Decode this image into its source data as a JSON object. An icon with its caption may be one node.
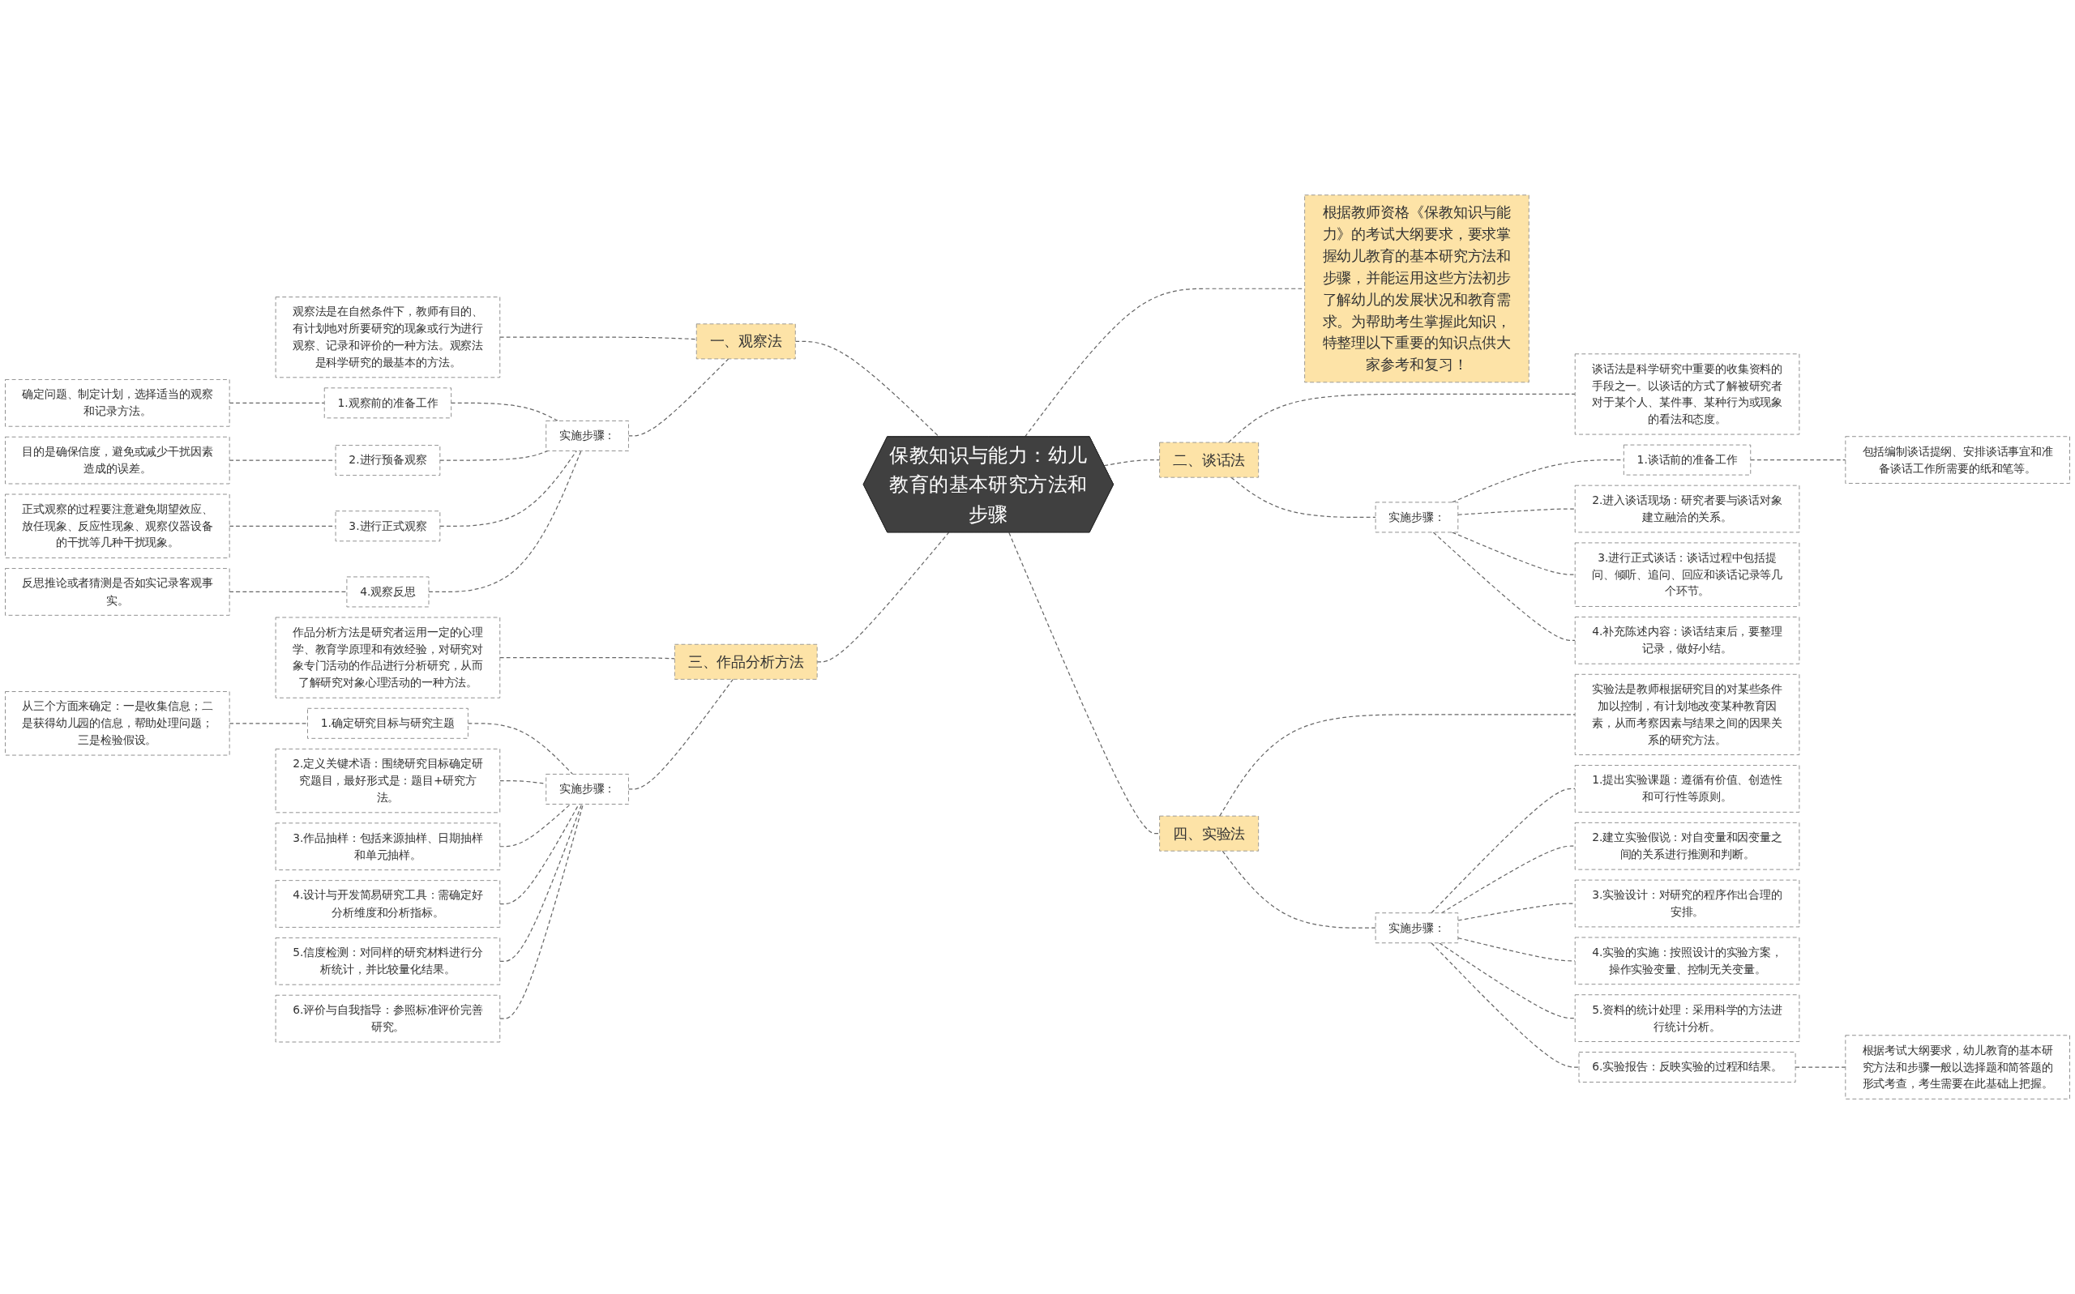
{
  "diagram": {
    "nodes": [
      {
        "text": [
          "保教知识与能力：幼儿教育的基本研究方法和步骤"
        ]
      },
      {
        "text": [
          "根据教师资格《保教知识与能力》的考试大纲要求，要求掌握幼儿教育的基本研究方法和步骤，并能运用这些方法初步了解幼儿的发展状况和教育需求。为帮助考生掌握此知识，特整理以下重要的知识点供大家参考和复习！"
        ]
      },
      {
        "text": [
          "一、观察法"
        ]
      },
      {
        "text": [
          "观察法是在自然条件下，教师有目的、有计划地对所要研究的现象或行为进行观察、记录和评价的一种方法。观察法是科学研究的最基本的方法。"
        ]
      },
      {
        "text": [
          "实施步骤："
        ]
      },
      {
        "text": [
          "1.观察前的准备工作"
        ]
      },
      {
        "text": [
          "确定问题、制定计划，选择适当的观察和记录方法。"
        ]
      },
      {
        "text": [
          "2.进行预备观察"
        ]
      },
      {
        "text": [
          "目的是确保信度，避免或减少干扰因素造成的误差。"
        ]
      },
      {
        "text": [
          "3.进行正式观察"
        ]
      },
      {
        "text": [
          "正式观察的过程要注意避免期望效应、放任现象、反应性现象、观察仪器设备的干扰等几种干扰现象。"
        ]
      },
      {
        "text": [
          "4.观察反思"
        ]
      },
      {
        "text": [
          "反思推论或者猜测是否如实记录客观事实。"
        ]
      },
      {
        "text": [
          "二、谈话法"
        ]
      },
      {
        "text": [
          "谈话法是科学研究中重要的收集资料的手段之一。以谈话的方式了解被研究者对于某个人、某件事、某种行为或现象的看法和态度。"
        ]
      },
      {
        "text": [
          "实施步骤："
        ]
      },
      {
        "text": [
          "1.谈话前的准备工作"
        ]
      },
      {
        "text": [
          "包括编制谈话提纲、安排谈话事宜和准备谈话工作所需要的纸和笔等。"
        ]
      },
      {
        "text": [
          "2.进入谈话现场：研究者要与谈话对象建立融洽的关系。"
        ]
      },
      {
        "text": [
          "3.进行正式谈话：谈话过程中包括提问、倾听、追问、回应和谈话记录等几个环节。"
        ]
      },
      {
        "text": [
          "4.补充陈述内容：谈话结束后，要整理记录，做好小结。"
        ]
      },
      {
        "text": [
          "三、作品分析方法"
        ]
      },
      {
        "text": [
          "作品分析方法是研究者运用一定的心理学、教育学原理和有效经验，对研究对象专门活动的作品进行分析研究，从而了解研究对象心理活动的一种方法。"
        ]
      },
      {
        "text": [
          "实施步骤："
        ]
      },
      {
        "text": [
          "1.确定研究目标与研究主题"
        ]
      },
      {
        "text": [
          "从三个方面来确定：一是收集信息；二是获得幼儿园的信息，帮助处理问题；三是检验假设。"
        ]
      },
      {
        "text": [
          "2.定义关键术语：围绕研究目标确定研究题目，最好形式是：题目+研究方法。"
        ]
      },
      {
        "text": [
          "3.作品抽样：包括来源抽样、日期抽样和单元抽样。"
        ]
      },
      {
        "text": [
          "4.设计与开发简易研究工具：需确定好分析维度和分析指标。"
        ]
      },
      {
        "text": [
          "5.信度检测：对同样的研究材料进行分析统计，并比较量化结果。"
        ]
      },
      {
        "text": [
          "6.评价与自我指导：参照标准评价完善研究。"
        ]
      },
      {
        "text": [
          "四、实验法"
        ]
      },
      {
        "text": [
          "实验法是教师根据研究目的对某些条件加以控制，有计划地改变某种教育因素，从而考察因素与结果之间的因果关系的研究方法。"
        ]
      },
      {
        "text": [
          "实施步骤："
        ]
      },
      {
        "text": [
          "1.提出实验课题：遵循有价值、创造性和可行性等原则。"
        ]
      },
      {
        "text": [
          "2.建立实验假说：对自变量和因变量之间的关系进行推测和判断。"
        ]
      },
      {
        "text": [
          "3.实验设计：对研究的程序作出合理的安排。"
        ]
      },
      {
        "text": [
          "4.实验的实施：按照设计的实验方案，操作实验变量、控制无关变量。"
        ]
      },
      {
        "text": [
          "5.资料的统计处理：采用科学的方法进行统计分析。"
        ]
      },
      {
        "text": [
          "6.实验报告：反映实验的过程和结果。"
        ]
      },
      {
        "text": [
          "根据考试大纲要求，幼儿教育的基本研究方法和步骤一般以选择题和简答题的形式考查，考生需要在此基础上把握。"
        ]
      }
    ],
    "edges": [
      {
        "from": 0,
        "to": 1,
        "arrow": "none",
        "style": "dashed"
      },
      {
        "from": 0,
        "to": 2,
        "arrow": "none",
        "style": "dashed"
      },
      {
        "from": 2,
        "to": 3,
        "arrow": "none",
        "style": "dashed"
      },
      {
        "from": 2,
        "to": 4,
        "arrow": "none",
        "style": "dashed"
      },
      {
        "from": 4,
        "to": 5,
        "arrow": "none",
        "style": "dashed"
      },
      {
        "from": 5,
        "to": 6,
        "arrow": "none",
        "style": "dashed"
      },
      {
        "from": 4,
        "to": 7,
        "arrow": "none",
        "style": "dashed"
      },
      {
        "from": 7,
        "to": 8,
        "arrow": "none",
        "style": "dashed"
      },
      {
        "from": 4,
        "to": 9,
        "arrow": "none",
        "style": "dashed"
      },
      {
        "from": 9,
        "to": 10,
        "arrow": "none",
        "style": "dashed"
      },
      {
        "from": 4,
        "to": 11,
        "arrow": "none",
        "style": "dashed"
      },
      {
        "from": 11,
        "to": 12,
        "arrow": "none",
        "style": "dashed"
      },
      {
        "from": 0,
        "to": 13,
        "arrow": "none",
        "style": "dashed"
      },
      {
        "from": 13,
        "to": 14,
        "arrow": "none",
        "style": "dashed"
      },
      {
        "from": 13,
        "to": 15,
        "arrow": "none",
        "style": "dashed"
      },
      {
        "from": 15,
        "to": 16,
        "arrow": "none",
        "style": "dashed"
      },
      {
        "from": 16,
        "to": 17,
        "arrow": "none",
        "style": "dashed"
      },
      {
        "from": 15,
        "to": 18,
        "arrow": "none",
        "style": "dashed"
      },
      {
        "from": 15,
        "to": 19,
        "arrow": "none",
        "style": "dashed"
      },
      {
        "from": 15,
        "to": 20,
        "arrow": "none",
        "style": "dashed"
      },
      {
        "from": 0,
        "to": 21,
        "arrow": "none",
        "style": "dashed"
      },
      {
        "from": 21,
        "to": 22,
        "arrow": "none",
        "style": "dashed"
      },
      {
        "from": 21,
        "to": 23,
        "arrow": "none",
        "style": "dashed"
      },
      {
        "from": 23,
        "to": 24,
        "arrow": "none",
        "style": "dashed"
      },
      {
        "from": 24,
        "to": 25,
        "arrow": "none",
        "style": "dashed"
      },
      {
        "from": 23,
        "to": 26,
        "arrow": "none",
        "style": "dashed"
      },
      {
        "from": 23,
        "to": 27,
        "arrow": "none",
        "style": "dashed"
      },
      {
        "from": 23,
        "to": 28,
        "arrow": "none",
        "style": "dashed"
      },
      {
        "from": 23,
        "to": 29,
        "arrow": "none",
        "style": "dashed"
      },
      {
        "from": 23,
        "to": 30,
        "arrow": "none",
        "style": "dashed"
      },
      {
        "from": 0,
        "to": 31,
        "arrow": "none",
        "style": "dashed"
      },
      {
        "from": 31,
        "to": 32,
        "arrow": "none",
        "style": "dashed"
      },
      {
        "from": 31,
        "to": 33,
        "arrow": "none",
        "style": "dashed"
      },
      {
        "from": 33,
        "to": 34,
        "arrow": "none",
        "style": "dashed"
      },
      {
        "from": 33,
        "to": 35,
        "arrow": "none",
        "style": "dashed"
      },
      {
        "from": 33,
        "to": 36,
        "arrow": "none",
        "style": "dashed"
      },
      {
        "from": 33,
        "to": 37,
        "arrow": "none",
        "style": "dashed"
      },
      {
        "from": 33,
        "to": 38,
        "arrow": "none",
        "style": "dashed"
      },
      {
        "from": 33,
        "to": 39,
        "arrow": "none",
        "style": "dashed"
      },
      {
        "from": 39,
        "to": 40,
        "arrow": "none",
        "style": "dashed"
      }
    ]
  }
}
